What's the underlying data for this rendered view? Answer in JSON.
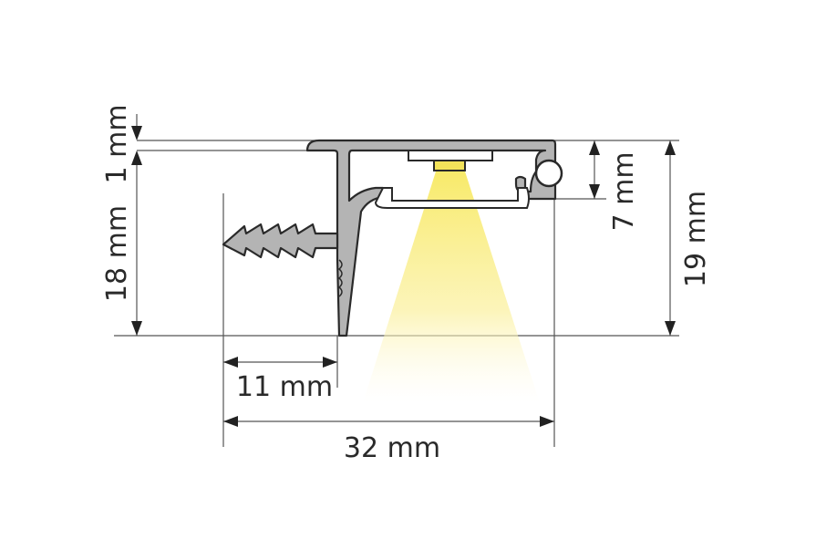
{
  "dimensions": {
    "top_lip": "1 mm",
    "step_height": "18 mm",
    "channel_depth": "7 mm",
    "total_height": "19 mm",
    "fin_length": "11 mm",
    "total_width": "32 mm"
  },
  "colors": {
    "profile": "#b4b4b4",
    "outline": "#2a2a2a",
    "led": "#f3e35a",
    "light": "#fbf29a"
  }
}
